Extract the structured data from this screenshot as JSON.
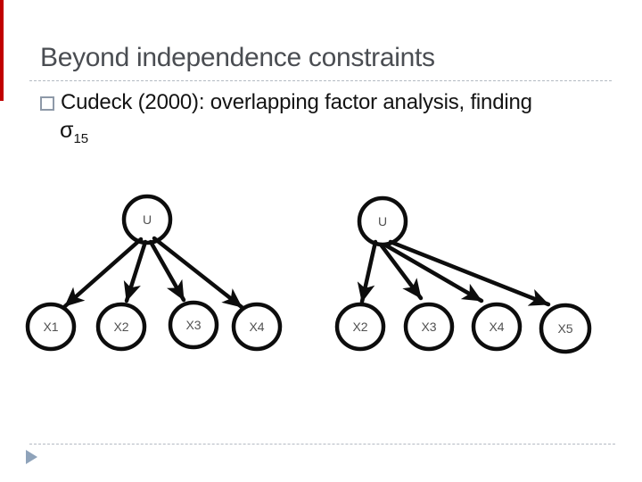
{
  "slide": {
    "title": "Beyond independence constraints",
    "bullet": {
      "line1": "Cudeck (2000): overlapping factor analysis, finding",
      "sigma": "σ",
      "sigma_subscript": "15"
    },
    "colors": {
      "title_text": "#4a4d52",
      "body_text": "#141414",
      "accent_bar": "#c00000",
      "divider_dash": "#b4bac3",
      "bullet_square_border": "#8e99a8",
      "footer_triangle": "#8fa3ba",
      "diagram_ink": "#0d0d0d",
      "node_label": "#515151"
    }
  },
  "diagrams": [
    {
      "factor": "U",
      "indicators": [
        "X1",
        "X2",
        "X3",
        "X4"
      ]
    },
    {
      "factor": "U",
      "indicators": [
        "X2",
        "X3",
        "X4",
        "X5"
      ]
    }
  ]
}
